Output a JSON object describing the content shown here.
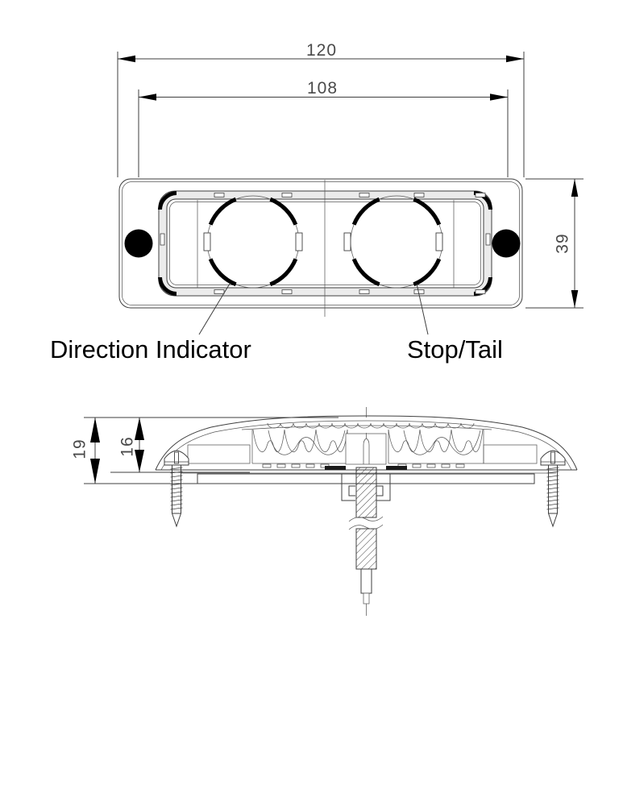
{
  "front_view": {
    "dim_overall_width": "120",
    "dim_hole_spacing": "108",
    "dim_height": "39",
    "label_direction_indicator": "Direction Indicator",
    "label_stop_tail": "Stop/Tail"
  },
  "section_view": {
    "dim_overall_height": "19",
    "dim_body_height": "16"
  },
  "colors": {
    "line": "#3f3f3f",
    "dim_text": "#4a4a4a",
    "label_text": "#000000",
    "fill_black": "#000000",
    "bezel_shade": "#ebebeb",
    "background": "#ffffff"
  }
}
